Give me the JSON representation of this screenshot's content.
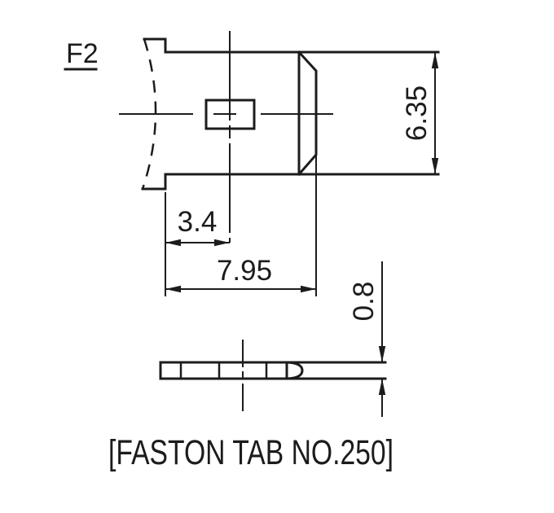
{
  "colors": {
    "background": "#ffffff",
    "line": "#1c1c1c"
  },
  "drawing": {
    "terminal_label": "F2",
    "caption": "[FASTON TAB NO.250]",
    "dimensions": {
      "tab_width": "6.35",
      "hole_center_offset": "3.4",
      "tab_length": "7.95",
      "tab_thickness": "0.8"
    }
  }
}
